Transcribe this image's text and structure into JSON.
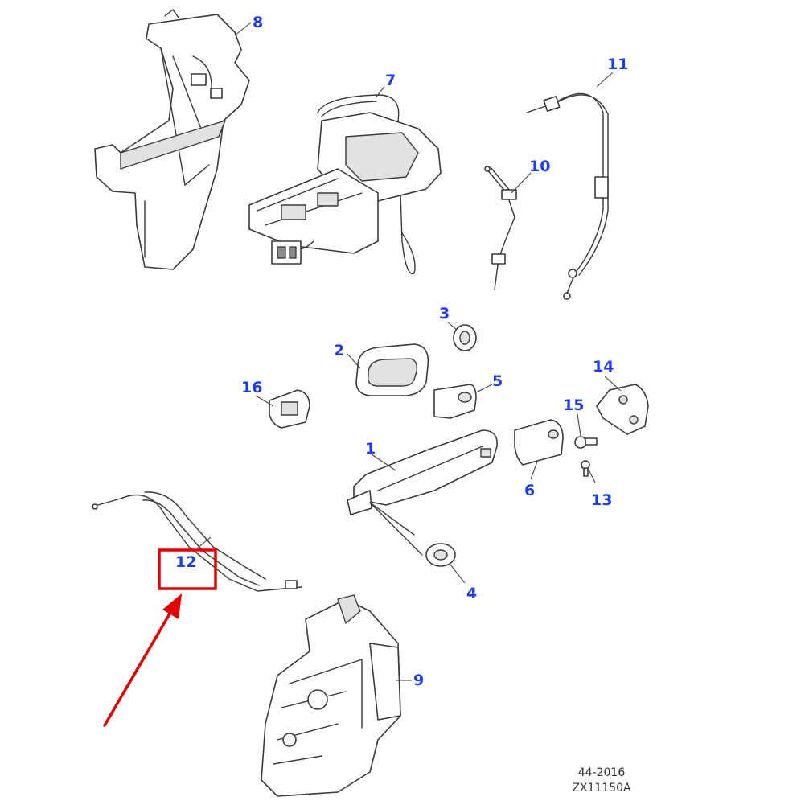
{
  "callouts": [
    {
      "id": "1",
      "label": "1"
    },
    {
      "id": "2",
      "label": "2"
    },
    {
      "id": "3",
      "label": "3"
    },
    {
      "id": "4",
      "label": "4"
    },
    {
      "id": "5",
      "label": "5"
    },
    {
      "id": "6",
      "label": "6"
    },
    {
      "id": "7",
      "label": "7"
    },
    {
      "id": "8",
      "label": "8"
    },
    {
      "id": "9",
      "label": "9"
    },
    {
      "id": "10",
      "label": "10"
    },
    {
      "id": "11",
      "label": "11"
    },
    {
      "id": "12",
      "label": "12"
    },
    {
      "id": "13",
      "label": "13"
    },
    {
      "id": "14",
      "label": "14"
    },
    {
      "id": "15",
      "label": "15"
    },
    {
      "id": "16",
      "label": "16"
    }
  ],
  "colors": {
    "callout": "#1f3cf0",
    "highlight": "#e00000",
    "linework": "#3a3a3a"
  },
  "highlighted_callout": "12",
  "footer": {
    "date_code": "44-2016",
    "drawing_ref": "ZX11150A"
  }
}
